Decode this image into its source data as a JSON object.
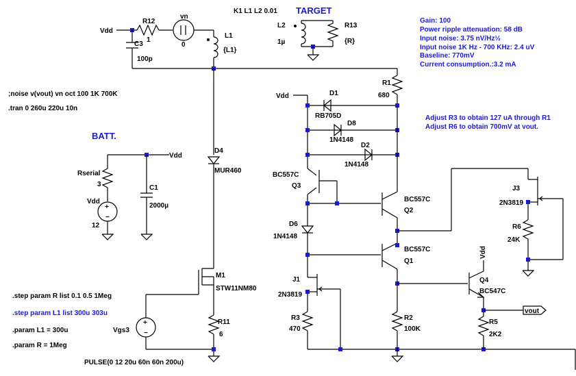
{
  "directives": {
    "coupling": "K1 L1 L2 0.01",
    "noise": ";noise v(vout) vn oct 100 1K 700K",
    "tran": ".tran 0 260u 220u 10n",
    "step_r": ".step param R list  0.1 0.5 1Meg",
    "step_l1": ".step param L1 list  300u 303u",
    "param_l1": ".param L1 = 300u",
    "param_r": ".param R = 1Meg",
    "pulse": "PULSE(0 12 20u 60n 60n 200u)"
  },
  "titles": {
    "target": "TARGET",
    "batt": "BATT."
  },
  "specs": [
    "Gain: 100",
    "Power ripple attenuation: 58 dB",
    "Input noise: 3.75 nV/Hz½",
    "Input noise 1K Hz - 700 KHz:  2.4 uV",
    "Baseline: 770mV",
    "Current consumption.:3.2 mA"
  ],
  "notes": [
    "Adjust R3 to obtain 127 uA through R1",
    "Adjust R6 to obtain 700mV at vout."
  ],
  "components": {
    "R12": {
      "name": "R12",
      "value": "1"
    },
    "vn": {
      "name": "vn",
      "value": "0"
    },
    "L1": {
      "name": "L1",
      "value": "{L1}"
    },
    "C3": {
      "name": "C3",
      "value": "100p"
    },
    "L2": {
      "name": "L2",
      "value": "1µ"
    },
    "R13": {
      "name": "R13",
      "value": "{R}"
    },
    "R1": {
      "name": "R1",
      "value": "680"
    },
    "D1": {
      "name": "D1",
      "value": "RB705D"
    },
    "D8": {
      "name": "D8",
      "value": "1N4148"
    },
    "D2": {
      "name": "D2",
      "value": "1N4148"
    },
    "D4": {
      "name": "D4",
      "value": "MUR460"
    },
    "Rserial": {
      "name": "Rserial",
      "value": "3"
    },
    "C1": {
      "name": "C1",
      "value": "2000µ"
    },
    "Vbat": {
      "name": "Vdd",
      "value": "12"
    },
    "Q3": {
      "name": "Q3",
      "value": "BC557C"
    },
    "Q2": {
      "name": "Q2",
      "value": "BC557C"
    },
    "D6": {
      "name": "D6",
      "value": "1N4148"
    },
    "Q1": {
      "name": "Q1",
      "value": "BC557C"
    },
    "J1": {
      "name": "J1",
      "value": "2N3819"
    },
    "R3": {
      "name": "R3",
      "value": "470"
    },
    "R2": {
      "name": "R2",
      "value": "100K"
    },
    "J3": {
      "name": "J3",
      "value": "2N3819"
    },
    "R6": {
      "name": "R6",
      "value": "24K"
    },
    "Q4": {
      "name": "Q4",
      "value": "BC547C"
    },
    "R5": {
      "name": "R5",
      "value": "2K2"
    },
    "M1": {
      "name": "M1",
      "value": "STW11NM80"
    },
    "R11": {
      "name": "R11",
      "value": "6"
    },
    "Vgs3": {
      "name": "Vgs3"
    }
  },
  "nets": {
    "vdd": "Vdd",
    "vout": "vout"
  }
}
